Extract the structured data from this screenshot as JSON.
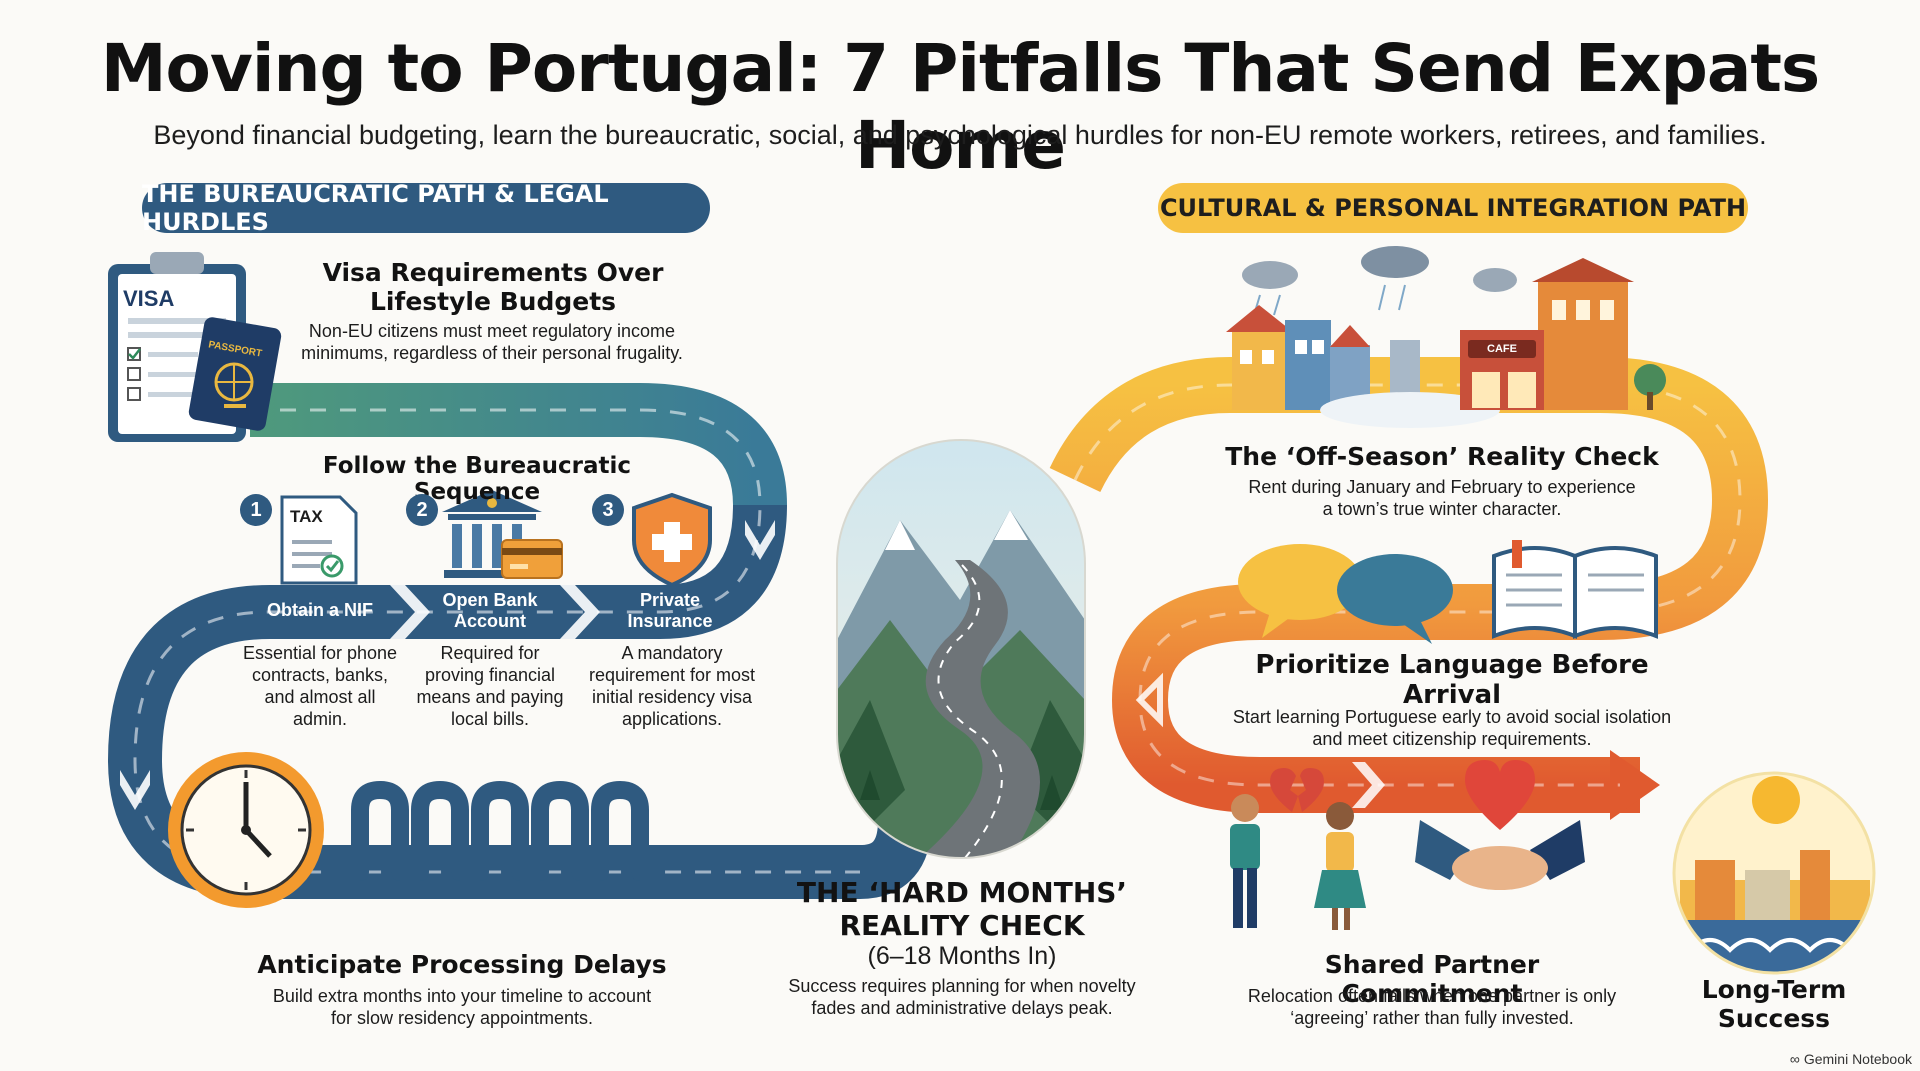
{
  "header": {
    "title": "Moving to Portugal: 7 Pitfalls That Send Expats Home",
    "subtitle": "Beyond financial budgeting, learn the bureaucratic, social, and psychological hurdles for non-EU remote workers, retirees, and families."
  },
  "paths": {
    "left_label": "THE BUREAUCRATIC PATH & LEGAL HURDLES",
    "right_label": "CULTURAL & PERSONAL INTEGRATION PATH"
  },
  "visa": {
    "title": "Visa Requirements Over Lifestyle Budgets",
    "text": "Non-EU citizens must meet regulatory income minimums, regardless of their personal frugality.",
    "doc_label": "VISA",
    "passport_label": "PASSPORT"
  },
  "sequence": {
    "title": "Follow the Bureaucratic Sequence",
    "steps": [
      {
        "num": "1",
        "icon_label": "TAX",
        "label": "Obtain a NIF",
        "text": "Essential for phone contracts, banks, and almost all admin."
      },
      {
        "num": "2",
        "label": "Open Bank Account",
        "text": "Required for proving financial means and paying local bills."
      },
      {
        "num": "3",
        "label": "Private Insurance",
        "text": "A mandatory requirement for most initial residency visa applications."
      }
    ]
  },
  "delays": {
    "title": "Anticipate Processing Delays",
    "text": "Build extra months into your timeline to account for slow residency appointments."
  },
  "hard_months": {
    "title": "THE ‘HARD MONTHS’ REALITY CHECK",
    "subtitle": "(6–18 Months In)",
    "text": "Success requires planning for when novelty fades and administrative delays peak."
  },
  "off_season": {
    "title": "The ‘Off-Season’ Reality Check",
    "text": "Rent during January and February to experience a town’s true winter character.",
    "cafe_sign": "CAFE"
  },
  "language": {
    "title": "Prioritize Language Before Arrival",
    "text": "Start learning Portuguese early to avoid social isolation and meet citizenship requirements."
  },
  "partner": {
    "title": "Shared Partner Commitment",
    "text": "Relocation often fails when one partner is only ‘agreeing’ rather than fully invested."
  },
  "success": {
    "title": "Long-Term Success"
  },
  "footer": {
    "watermark": "Gemini Notebook"
  },
  "colors": {
    "blue_path": "#2f5a80",
    "green_path": "#4f9a7c",
    "yellow_path": "#f6c142",
    "orange_path": "#f19a3e",
    "red_path": "#e05a2f"
  }
}
